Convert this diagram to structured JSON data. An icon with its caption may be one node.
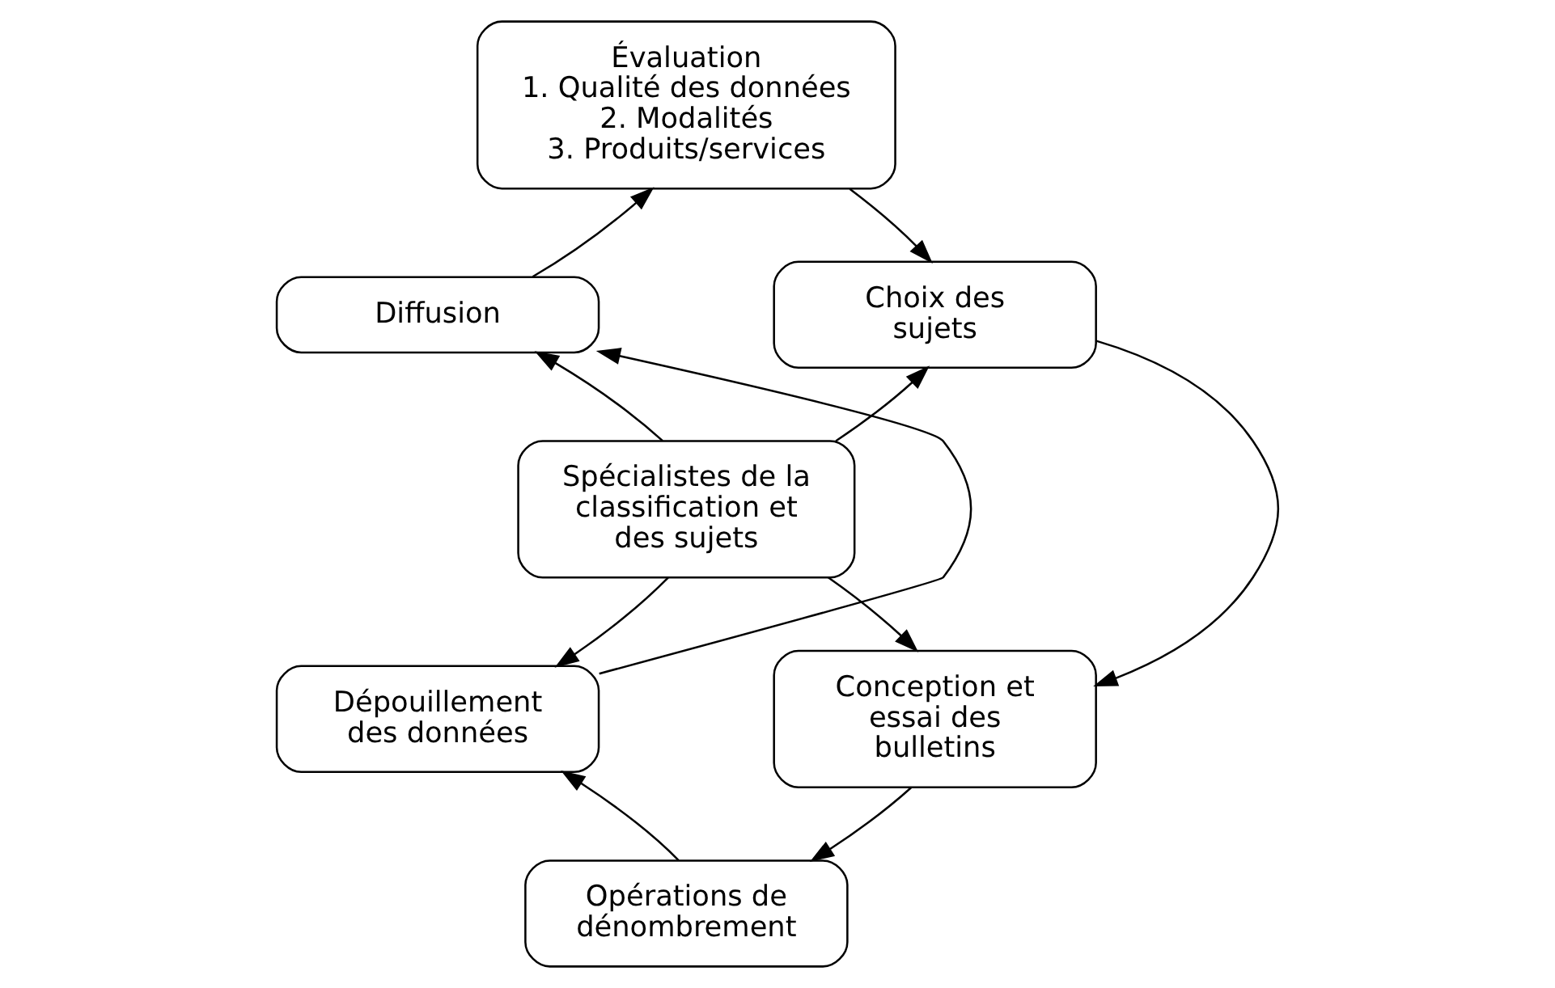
{
  "diagram": {
    "nodes": [
      {
        "text": [
          "Évaluation",
          "1. Qualité des données",
          "2. Modalités",
          "3. Produits/services"
        ]
      },
      {
        "text": [
          "Diffusion"
        ]
      },
      {
        "text": [
          "Choix des sujets"
        ]
      },
      {
        "text": [
          "Spécialistes de la classification et des sujets"
        ]
      },
      {
        "text": [
          "Dépouillement des données"
        ]
      },
      {
        "text": [
          "Conception et essai des bulletins"
        ]
      },
      {
        "text": [
          "Opérations de dénombrement"
        ]
      }
    ],
    "edges": [
      {
        "from": 1,
        "to": 0,
        "arrow": "to"
      },
      {
        "from": 0,
        "to": 2,
        "arrow": "to"
      },
      {
        "from": 2,
        "to": 5,
        "arrow": "to"
      },
      {
        "from": 5,
        "to": 6,
        "arrow": "to"
      },
      {
        "from": 6,
        "to": 4,
        "arrow": "to"
      },
      {
        "from": 4,
        "to": 1,
        "arrow": "to"
      },
      {
        "from": 3,
        "to": 1,
        "arrow": "to"
      },
      {
        "from": 3,
        "to": 2,
        "arrow": "to"
      },
      {
        "from": 3,
        "to": 4,
        "arrow": "to"
      },
      {
        "from": 3,
        "to": 5,
        "arrow": "to"
      }
    ]
  }
}
